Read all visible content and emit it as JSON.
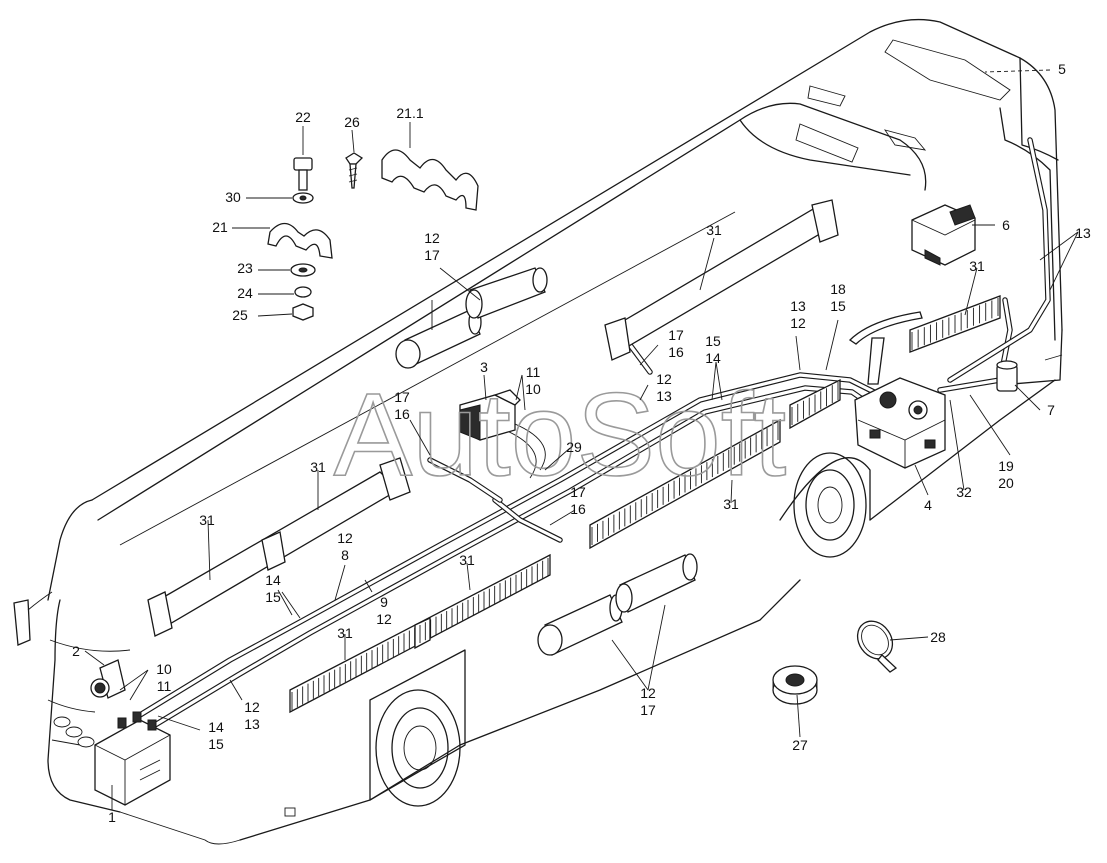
{
  "watermark": "AutoSoft",
  "callouts": [
    {
      "id": "c1",
      "lines": [
        "1"
      ]
    },
    {
      "id": "c2",
      "lines": [
        "2"
      ]
    },
    {
      "id": "c3",
      "lines": [
        "3"
      ]
    },
    {
      "id": "c4",
      "lines": [
        "4"
      ]
    },
    {
      "id": "c5",
      "lines": [
        "5"
      ]
    },
    {
      "id": "c6",
      "lines": [
        "6"
      ]
    },
    {
      "id": "c7",
      "lines": [
        "7"
      ]
    },
    {
      "id": "c8",
      "lines": [
        "12",
        "8"
      ]
    },
    {
      "id": "c9",
      "lines": [
        "9",
        "12"
      ]
    },
    {
      "id": "c10",
      "lines": [
        "10",
        "11"
      ]
    },
    {
      "id": "c11",
      "lines": [
        "11",
        "10"
      ]
    },
    {
      "id": "c12",
      "lines": [
        "12",
        "13"
      ]
    },
    {
      "id": "c13",
      "lines": [
        "12",
        "13"
      ]
    },
    {
      "id": "c14",
      "lines": [
        "13",
        "12"
      ]
    },
    {
      "id": "c15",
      "lines": [
        "13"
      ]
    },
    {
      "id": "c16",
      "lines": [
        "14",
        "15"
      ]
    },
    {
      "id": "c17",
      "lines": [
        "14",
        "15"
      ]
    },
    {
      "id": "c18",
      "lines": [
        "15",
        "14"
      ]
    },
    {
      "id": "c19",
      "lines": [
        "17",
        "16"
      ]
    },
    {
      "id": "c20",
      "lines": [
        "17",
        "16"
      ]
    },
    {
      "id": "c21",
      "lines": [
        "17",
        "16"
      ]
    },
    {
      "id": "c22",
      "lines": [
        "18",
        "15"
      ]
    },
    {
      "id": "c23",
      "lines": [
        "19",
        "20"
      ]
    },
    {
      "id": "c24",
      "lines": [
        "21"
      ]
    },
    {
      "id": "c25",
      "lines": [
        "21.1"
      ]
    },
    {
      "id": "c26",
      "lines": [
        "22"
      ]
    },
    {
      "id": "c27",
      "lines": [
        "23"
      ]
    },
    {
      "id": "c28",
      "lines": [
        "24"
      ]
    },
    {
      "id": "c29",
      "lines": [
        "25"
      ]
    },
    {
      "id": "c30",
      "lines": [
        "26"
      ]
    },
    {
      "id": "c31",
      "lines": [
        "27"
      ]
    },
    {
      "id": "c32",
      "lines": [
        "28"
      ]
    },
    {
      "id": "c33",
      "lines": [
        "29"
      ]
    },
    {
      "id": "c34",
      "lines": [
        "30"
      ]
    },
    {
      "id": "c35",
      "lines": [
        "31"
      ]
    },
    {
      "id": "c36",
      "lines": [
        "31"
      ]
    },
    {
      "id": "c37",
      "lines": [
        "31"
      ]
    },
    {
      "id": "c38",
      "lines": [
        "31"
      ]
    },
    {
      "id": "c39",
      "lines": [
        "31"
      ]
    },
    {
      "id": "c40",
      "lines": [
        "31"
      ]
    },
    {
      "id": "c41",
      "lines": [
        "31"
      ]
    },
    {
      "id": "c42",
      "lines": [
        "32"
      ]
    },
    {
      "id": "c43",
      "lines": [
        "12",
        "17"
      ]
    },
    {
      "id": "c44",
      "lines": [
        "12",
        "17"
      ]
    }
  ]
}
